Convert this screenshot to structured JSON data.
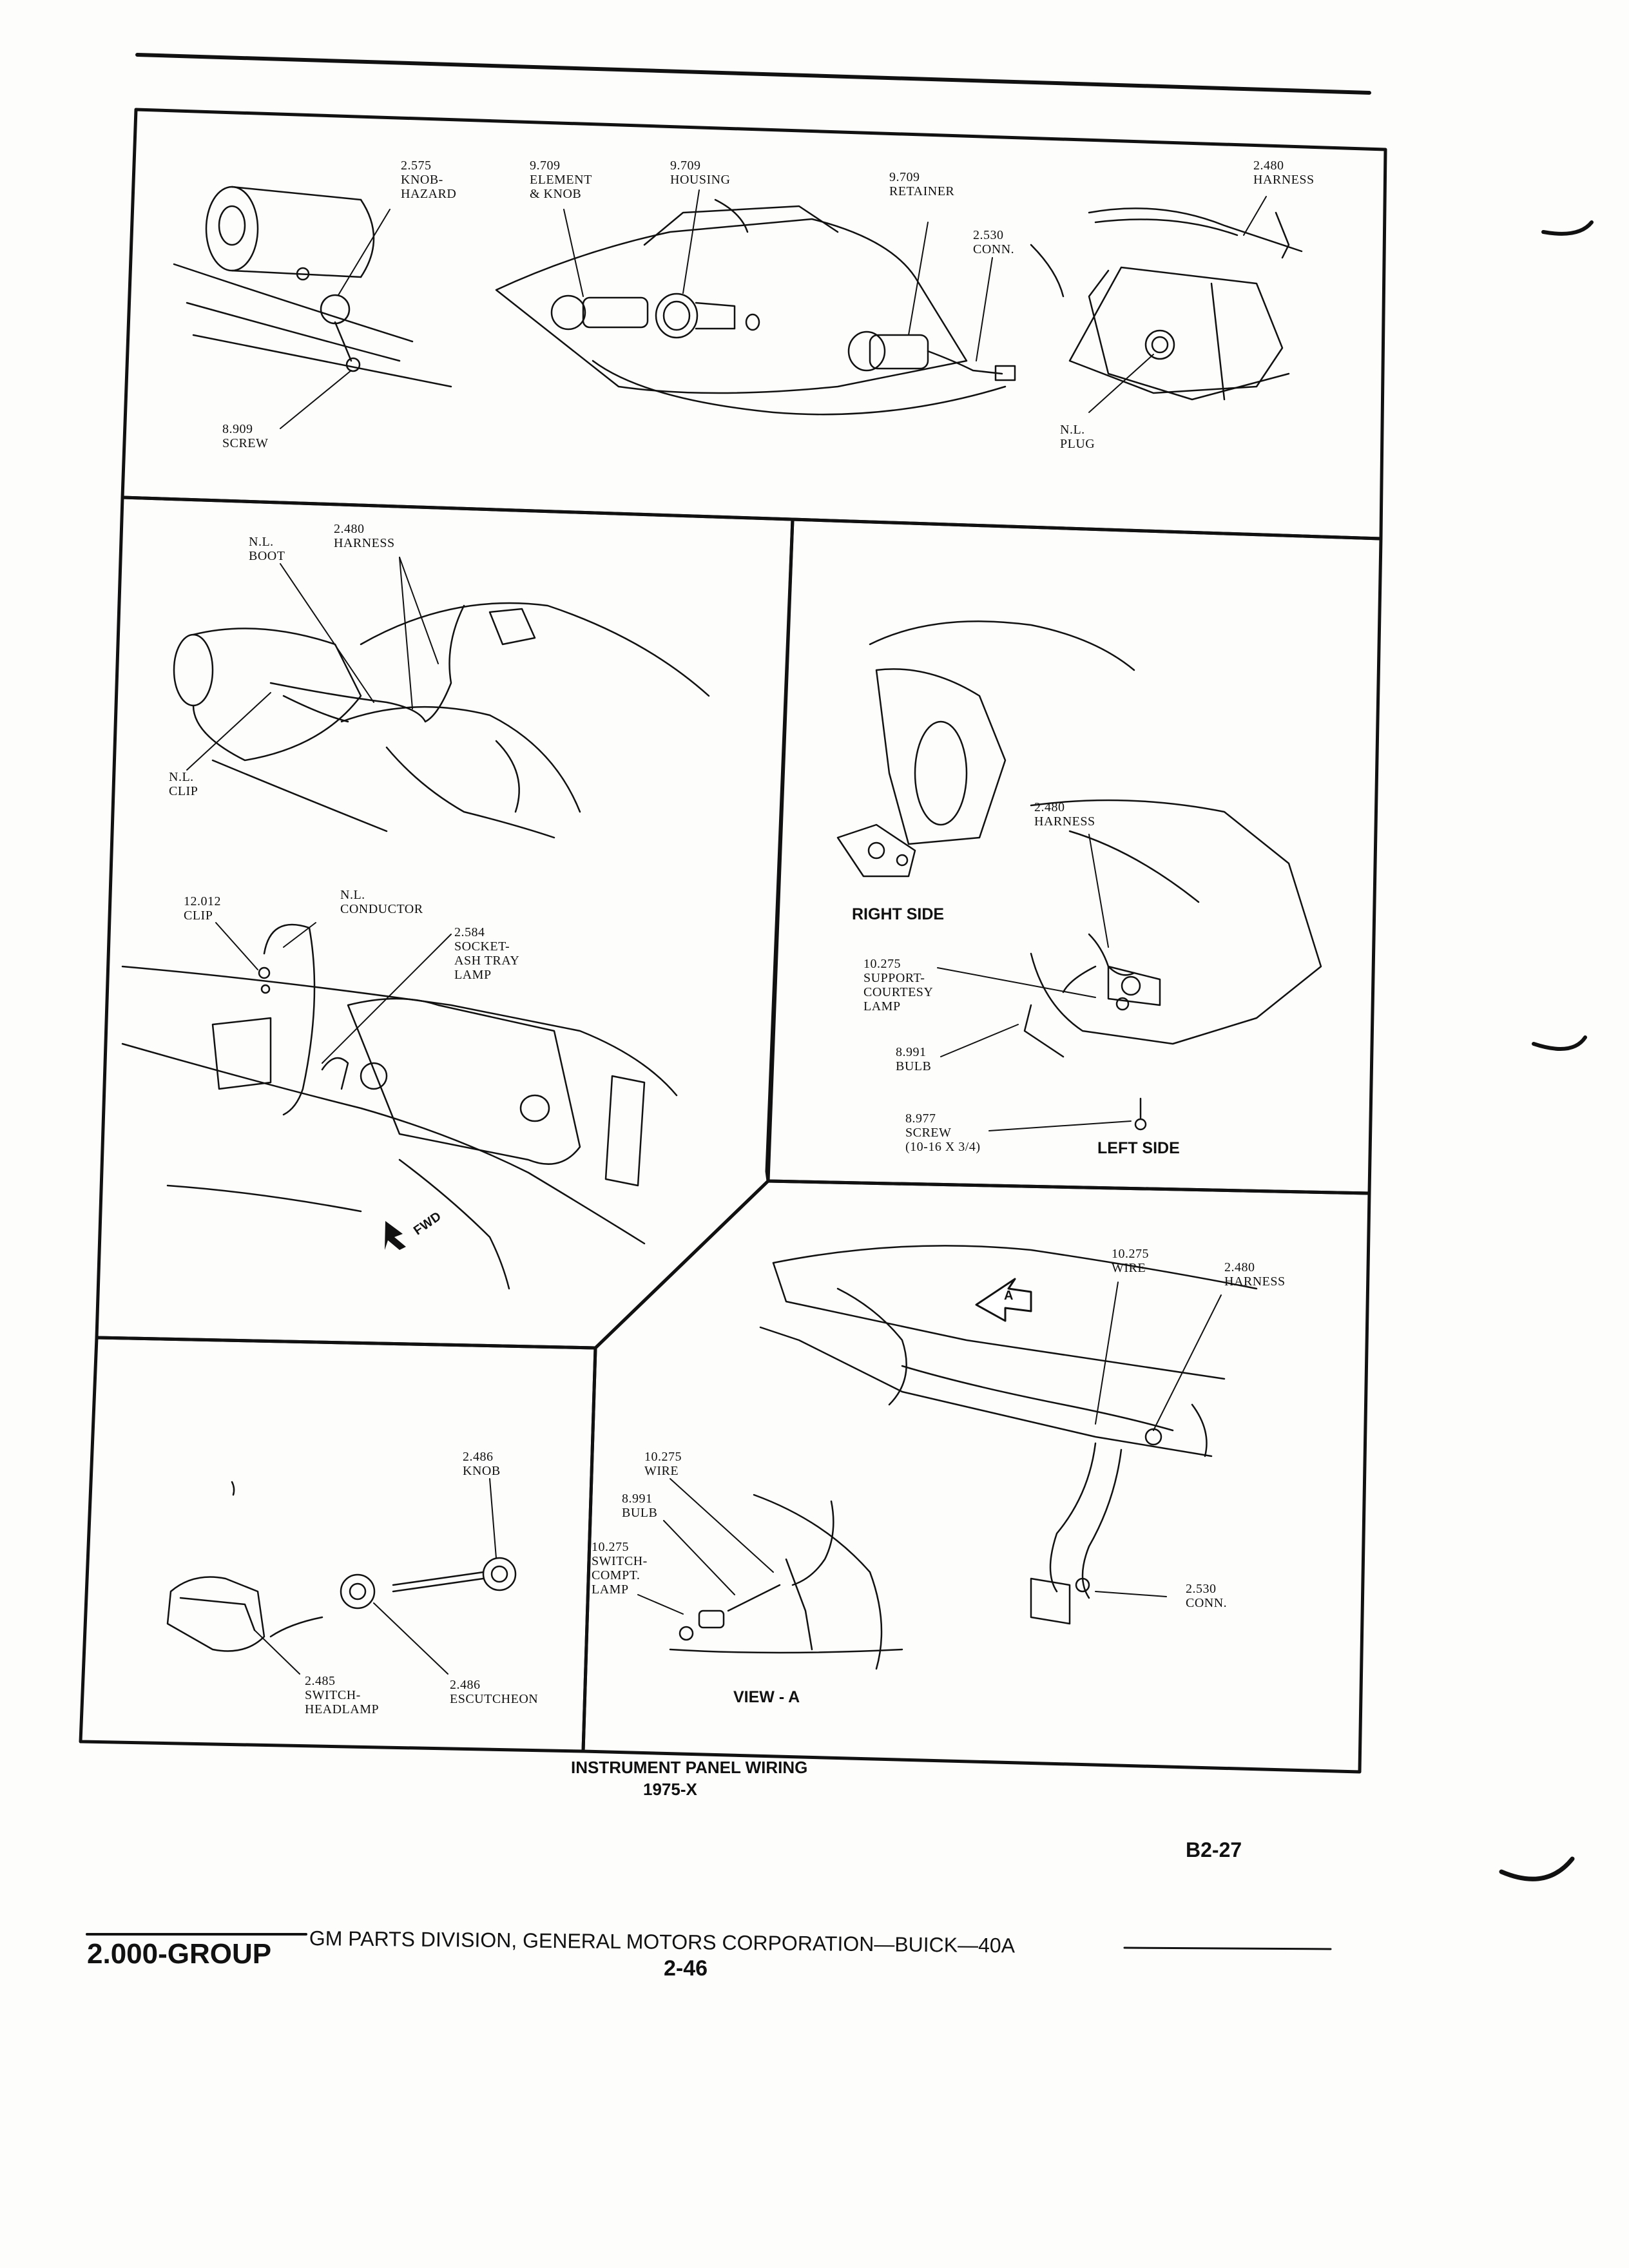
{
  "callouts": {
    "knob_hazard": "2.575\nKNOB-\nHAZARD",
    "element_knob": "9.709\nELEMENT\n& KNOB",
    "housing": "9.709\nHOUSING",
    "retainer": "9.709\nRETAINER",
    "harness_top": "2.480\nHARNESS",
    "conn_top": "2.530\nCONN.",
    "screw_top": "8.909\nSCREW",
    "plug": "N.L.\nPLUG",
    "boot": "N.L.\nBOOT",
    "harness_mid_left": "2.480\nHARNESS",
    "clip_nl": "N.L.\nCLIP",
    "clip_12": "12.012\nCLIP",
    "conductor": "N.L.\nCONDUCTOR",
    "socket": "2.584\nSOCKET-\nASH TRAY\nLAMP",
    "fwd": "FWD",
    "harness_mid_right": "2.480\nHARNESS",
    "support": "10.275\nSUPPORT-\nCOURTESY\nLAMP",
    "bulb_mid": "8.991\nBULB",
    "screw_mid": "8.977\nSCREW\n(10-16 x 3/4)",
    "wire_top": "10.275\nWIRE",
    "harness_lower": "2.480\nHARNESS",
    "arrow_a": "A",
    "knob_head": "2.486\nKNOB",
    "switch_headlamp": "2.485\nSWITCH-\nHEADLAMP",
    "escutcheon": "2.486\nESCUTCHEON",
    "wire_lower": "10.275\nWIRE",
    "bulb_lower": "8.991\nBULB",
    "switch_compt": "10.275\nSWITCH-\nCOMPT.\nLAMP",
    "conn_lower": "2.530\nCONN."
  },
  "captions": {
    "right_side": "RIGHT SIDE",
    "left_side": "LEFT SIDE",
    "view_a": "VIEW - A",
    "title": "INSTRUMENT PANEL WIRING",
    "subtitle": "1975-X",
    "page_code": "B2-27"
  },
  "footer": {
    "group": "2.000-GROUP",
    "publisher": "GM PARTS DIVISION, GENERAL MOTORS CORPORATION—BUICK—40A",
    "page_number": "2-46"
  }
}
